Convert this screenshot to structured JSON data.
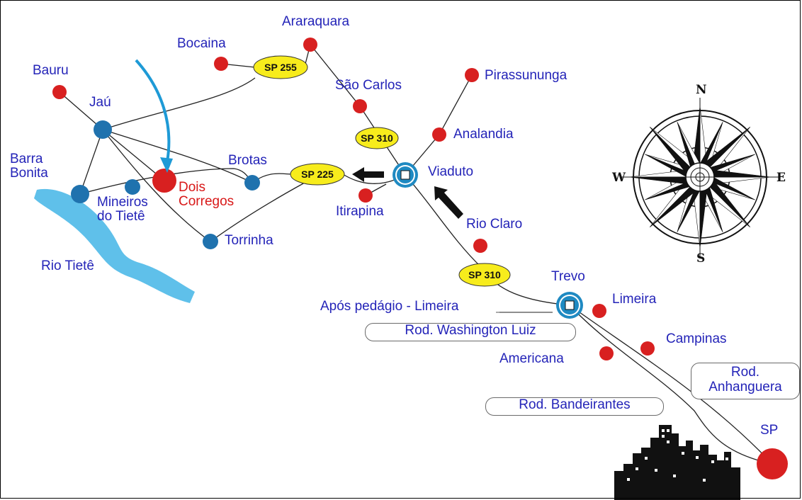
{
  "colors": {
    "label_blue": "#2424b8",
    "highlight_red": "#d81818",
    "red_city": "#d82020",
    "blue_city": "#1f72ae",
    "river": "#5fc0ea",
    "shield_yellow": "#f7ec1c",
    "arrow_cyan": "#1e9ad6"
  },
  "cities": {
    "araraquara": "Araraquara",
    "bocaina": "Bocaina",
    "bauru": "Bauru",
    "jau": "Jaú",
    "sao_carlos": "São Carlos",
    "pirassununga": "Pirassununga",
    "analandia": "Analandia",
    "barra_bonita": "Barra\nBonita",
    "brotas": "Brotas",
    "mineiros": "Mineiros\ndo Tietê",
    "dois_corregos": "Dois\nCorregos",
    "itirapina": "Itirapina",
    "torrinha": "Torrinha",
    "rio_claro": "Rio Claro",
    "limeira": "Limeira",
    "campinas": "Campinas",
    "americana": "Americana",
    "sp": "SP"
  },
  "junctions": {
    "viaduto": "Viaduto",
    "trevo": "Trevo"
  },
  "river_label": "Rio Tietê",
  "shields": {
    "sp255": "SP 255",
    "sp310_top": "SP 310",
    "sp225": "SP 225",
    "sp310_bottom": "SP 310"
  },
  "roads": {
    "apos_pedagio": "Após pedágio - Limeira",
    "washington_luiz": "Rod. Washington Luiz",
    "anhanguera": "Rod.\nAnhanguera",
    "bandeirantes": "Rod. Bandeirantes"
  },
  "compass": {
    "n": "N",
    "s": "S",
    "e": "E",
    "w": "W"
  },
  "icons": {
    "destination_arrow": "curved-arrow-icon",
    "direction_arrows": "direction-arrow-icon",
    "skyline": "city-skyline-icon",
    "compass": "compass-rose-icon"
  }
}
